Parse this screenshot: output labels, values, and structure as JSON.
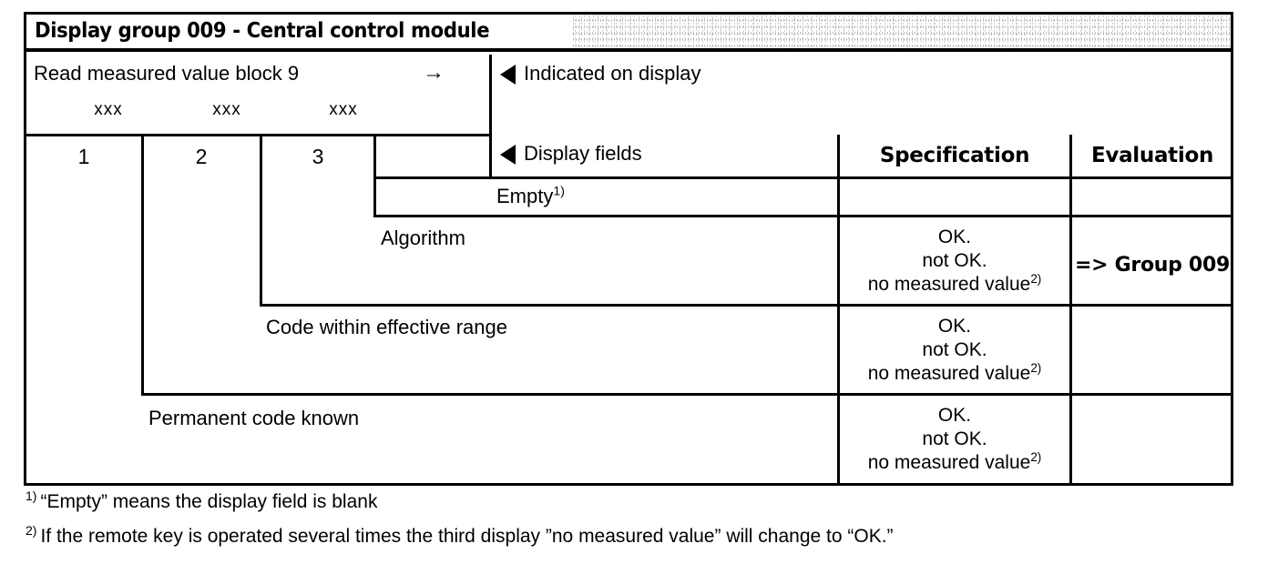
{
  "title_band": {
    "text": "Display group 009 - Central control module"
  },
  "read_block": {
    "label": "Read measured value block 9",
    "arrow": "→",
    "placeholders": [
      "xxx",
      "xxx",
      "xxx"
    ],
    "column_numbers": [
      "1",
      "2",
      "3"
    ]
  },
  "callouts": {
    "indicated_on_display": "Indicated on display",
    "display_fields": "Display fields",
    "triangle_icon": "left-triangle-marker"
  },
  "headers": {
    "specification": "Specification",
    "evaluation": "Evaluation"
  },
  "rows": [
    {
      "field_label": "Empty",
      "field_superscript": "1)",
      "specification": [],
      "evaluation": ""
    },
    {
      "field_label": "Algorithm",
      "field_superscript": "",
      "specification": [
        "OK.",
        "not OK.",
        "no measured value"
      ],
      "spec_superscript": "2)",
      "evaluation": "=> Group 009"
    },
    {
      "field_label": "Code within effective range",
      "field_superscript": "",
      "specification": [
        "OK.",
        "not OK.",
        "no measured value"
      ],
      "spec_superscript": "2)",
      "evaluation": ""
    },
    {
      "field_label": "Permanent code known",
      "field_superscript": "",
      "specification": [
        "OK.",
        "not OK.",
        "no measured value"
      ],
      "spec_superscript": "2)",
      "evaluation": ""
    }
  ],
  "footnotes": [
    {
      "mark": "1)",
      "text": "“Empty” means the display field is blank"
    },
    {
      "mark": "2)",
      "text": "If the remote key is operated several times the third display ”no measured value” will change to “OK.”"
    }
  ],
  "colors": {
    "ink": "#000000",
    "paper": "#ffffff"
  }
}
